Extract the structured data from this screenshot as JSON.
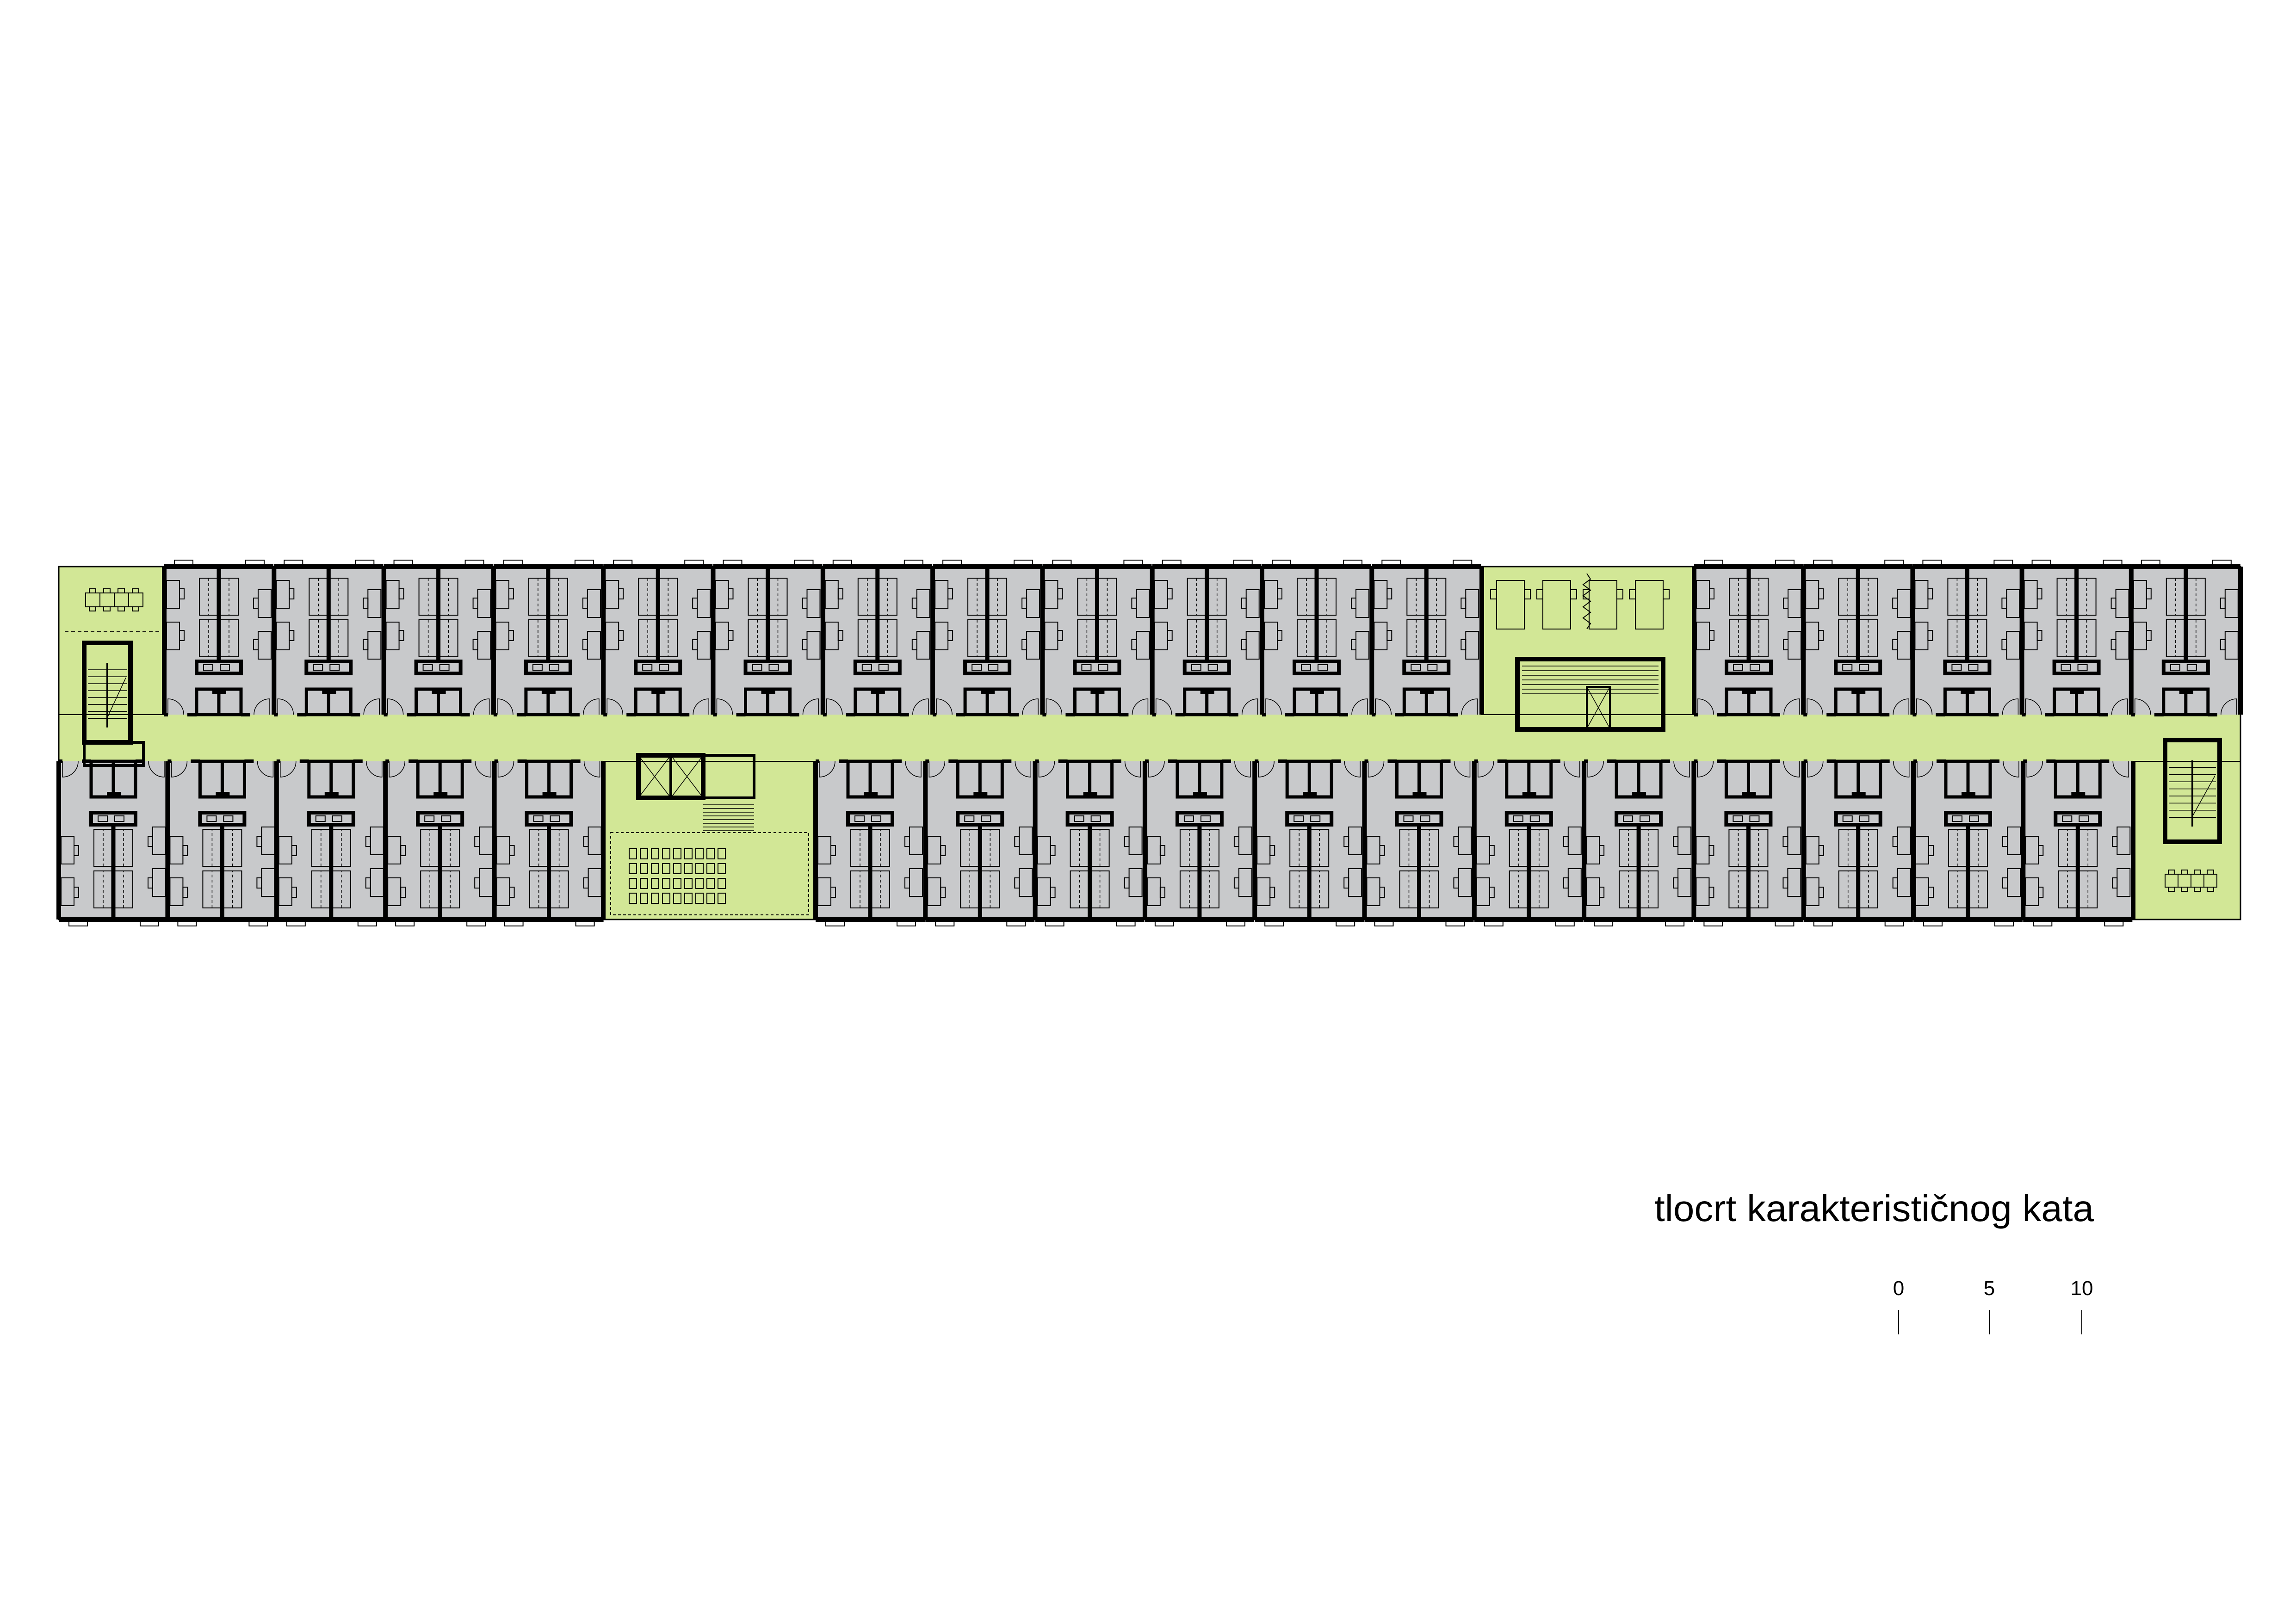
{
  "drawing": {
    "title": "tlocrt karakterističnog kata",
    "scale_bar": {
      "labels": [
        "0",
        "5",
        "10"
      ],
      "values_m": [
        0,
        5,
        10
      ]
    }
  },
  "colors": {
    "common_area": "#d2e796",
    "room_area": "#c8c9cb",
    "walls": "#000000",
    "background": "#ffffff"
  }
}
